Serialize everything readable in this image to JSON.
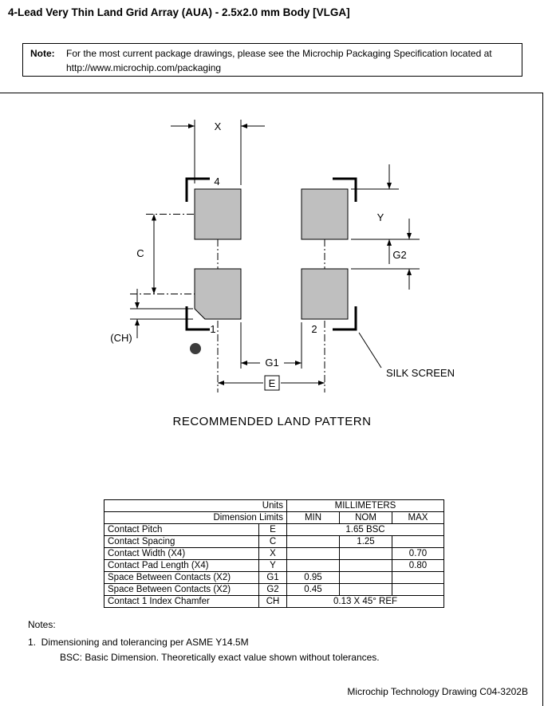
{
  "page": {
    "title": "4-Lead Very Thin Land Grid Array (AUA) - 2.5x2.0 mm Body [VLGA]",
    "caption": "RECOMMENDED LAND PATTERN",
    "footer": "Microchip Technology Drawing C04-3202B"
  },
  "note": {
    "label": "Note:",
    "line1": "For the most current package drawings, please see the Microchip Packaging Specification located at",
    "line2": "http://www.microchip.com/packaging"
  },
  "drawing": {
    "pad_color": "#bfbfbf",
    "pad_4": "4",
    "pad_1": "1",
    "pad_2": "2",
    "dim_x": "X",
    "dim_y": "Y",
    "dim_c": "C",
    "dim_g1": "G1",
    "dim_g2": "G2",
    "dim_e": "E",
    "dim_ch": "(CH)",
    "silk_screen": "SILK SCREEN"
  },
  "table": {
    "header": {
      "units": "Units",
      "millimeters": "MILLIMETERS",
      "dimension_limits": "Dimension Limits",
      "min": "MIN",
      "nom": "NOM",
      "max": "MAX"
    },
    "rows": [
      {
        "name": "Contact Pitch",
        "dim": "E",
        "span": "1.65 BSC"
      },
      {
        "name": "Contact Spacing",
        "dim": "C",
        "min": "",
        "nom": "1.25",
        "max": ""
      },
      {
        "name": "Contact Width (X4)",
        "dim": "X",
        "min": "",
        "nom": "",
        "max": "0.70"
      },
      {
        "name": "Contact Pad Length (X4)",
        "dim": "Y",
        "min": "",
        "nom": "",
        "max": "0.80"
      },
      {
        "name": "Space Between Contacts (X2)",
        "dim": "G1",
        "min": "0.95",
        "nom": "",
        "max": ""
      },
      {
        "name": "Space Between Contacts (X2)",
        "dim": "G2",
        "min": "0.45",
        "nom": "",
        "max": ""
      },
      {
        "name": "Contact 1 Index Chamfer",
        "dim": "CH",
        "span": "0.13 X 45° REF"
      }
    ]
  },
  "notes": {
    "heading": "Notes:",
    "item1": "1.  Dimensioning and tolerancing per ASME Y14.5M",
    "item2": "BSC: Basic Dimension. Theoretically exact value shown without tolerances."
  }
}
